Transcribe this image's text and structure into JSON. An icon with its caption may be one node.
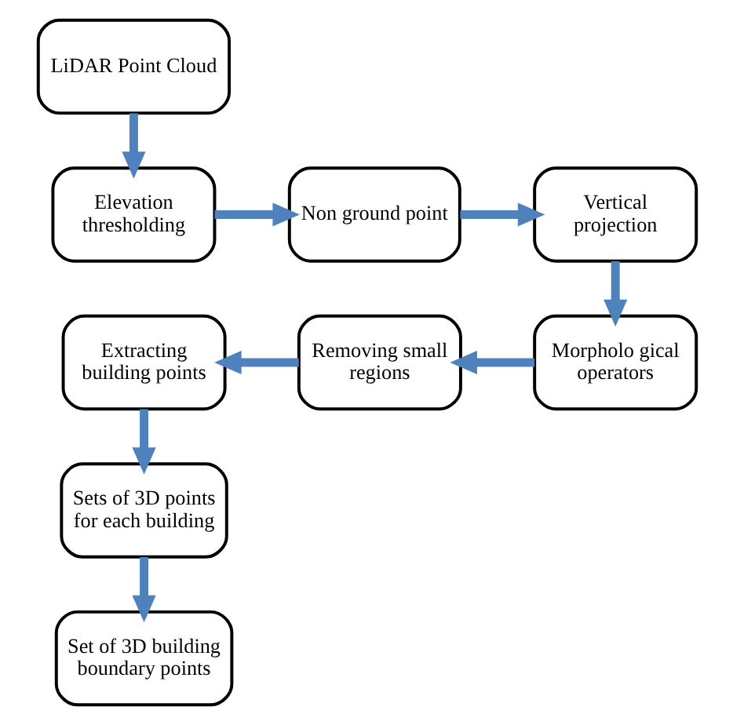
{
  "diagram": {
    "nodes": [
      {
        "text": [
          "LiDAR Point Cloud"
        ]
      },
      {
        "text": [
          "Elevation thresholding"
        ]
      },
      {
        "text": [
          "Non ground point"
        ]
      },
      {
        "text": [
          "Vertical projection"
        ]
      },
      {
        "text": [
          "Morpholo gical operators"
        ]
      },
      {
        "text": [
          "Removing small regions"
        ]
      },
      {
        "text": [
          "Extracting building points"
        ]
      },
      {
        "text": [
          "Sets of 3D points for each building"
        ]
      },
      {
        "text": [
          "Set of 3D building boundary points"
        ]
      }
    ],
    "edges": [
      {
        "from": 0,
        "to": 1,
        "arrow": "to"
      },
      {
        "from": 1,
        "to": 2,
        "arrow": "to"
      },
      {
        "from": 2,
        "to": 3,
        "arrow": "to"
      },
      {
        "from": 3,
        "to": 4,
        "arrow": "to"
      },
      {
        "from": 4,
        "to": 5,
        "arrow": "to"
      },
      {
        "from": 5,
        "to": 6,
        "arrow": "to"
      },
      {
        "from": 6,
        "to": 7,
        "arrow": "to"
      },
      {
        "from": 7,
        "to": 8,
        "arrow": "to"
      }
    ]
  }
}
